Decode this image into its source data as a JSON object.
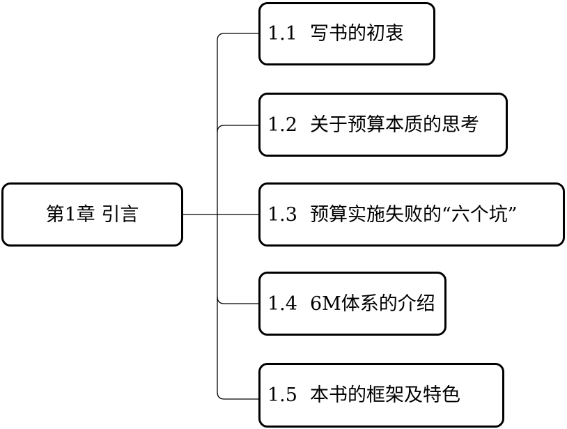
{
  "diagram": {
    "root": {
      "label": "第1章  引言"
    },
    "sections": [
      {
        "number": "1.1",
        "title": "写书的初衷"
      },
      {
        "number": "1.2",
        "title": "关于预算本质的思考"
      },
      {
        "number": "1.3",
        "title": "预算实施失败的“六个坑”"
      },
      {
        "number": "1.4",
        "title": "6M体系的介绍"
      },
      {
        "number": "1.5",
        "title": "本书的框架及特色"
      }
    ]
  }
}
